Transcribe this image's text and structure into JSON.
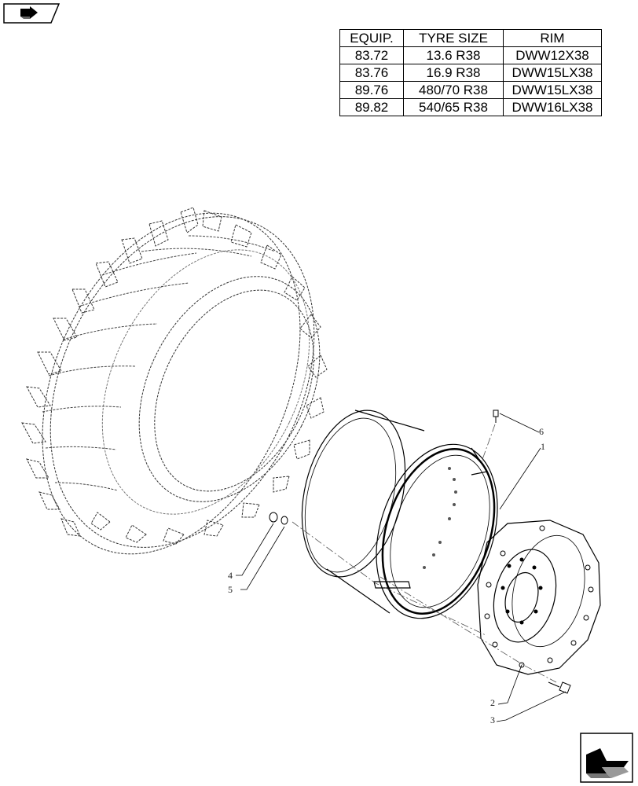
{
  "table": {
    "headers": [
      "EQUIP.",
      "TYRE SIZE",
      "RIM"
    ],
    "rows": [
      [
        "83.72",
        "13.6 R38",
        "DWW12X38"
      ],
      [
        "83.76",
        "16.9 R38",
        "DWW15LX38"
      ],
      [
        "89.76",
        "480/70 R38",
        "DWW15LX38"
      ],
      [
        "89.82",
        "540/65 R38",
        "DWW16LX38"
      ]
    ]
  },
  "callouts": {
    "c1": "1",
    "c2": "2",
    "c3": "3",
    "c4": "4",
    "c5": "5",
    "c6": "6"
  },
  "icons": {
    "top_left": "back-arrow-tab-icon",
    "bottom_right": "next-page-arrow-icon"
  },
  "colors": {
    "line": "#000000",
    "dash": "#555555"
  }
}
